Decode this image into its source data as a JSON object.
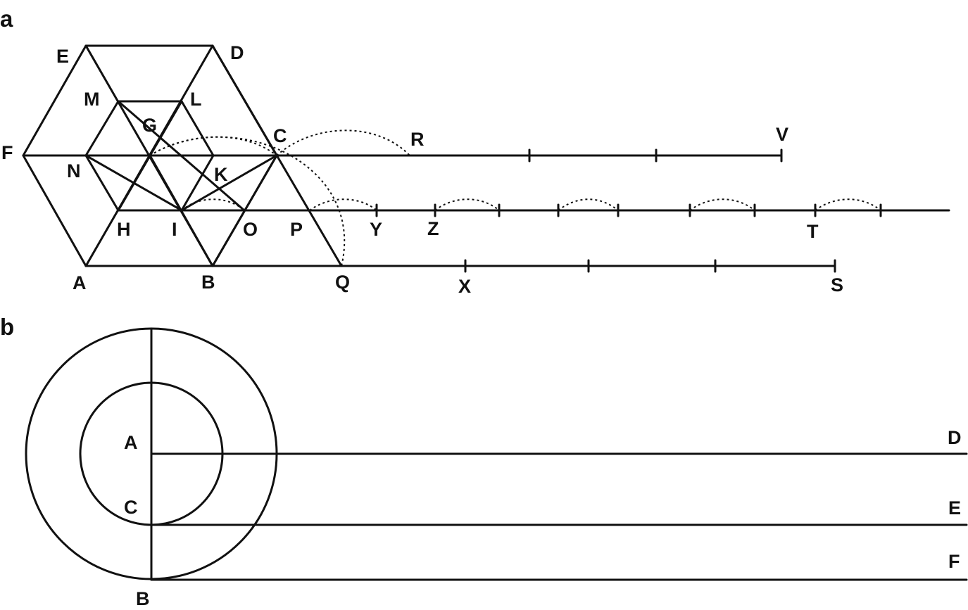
{
  "panels": {
    "a": "a",
    "b": "b"
  },
  "panel_a": {
    "points": {
      "A": "A",
      "B": "B",
      "C": "C",
      "D": "D",
      "E": "E",
      "F": "F",
      "G": "G",
      "H": "H",
      "I": "I",
      "K": "K",
      "L": "L",
      "M": "M",
      "N": "N",
      "O": "O",
      "P": "P",
      "Q": "Q",
      "R": "R",
      "S": "S",
      "T": "T",
      "V": "V",
      "X": "X",
      "Y": "Y",
      "Z": "Z"
    }
  },
  "panel_b": {
    "points": {
      "A": "A",
      "B": "B",
      "C": "C",
      "D": "D",
      "E": "E",
      "F": "F"
    }
  }
}
